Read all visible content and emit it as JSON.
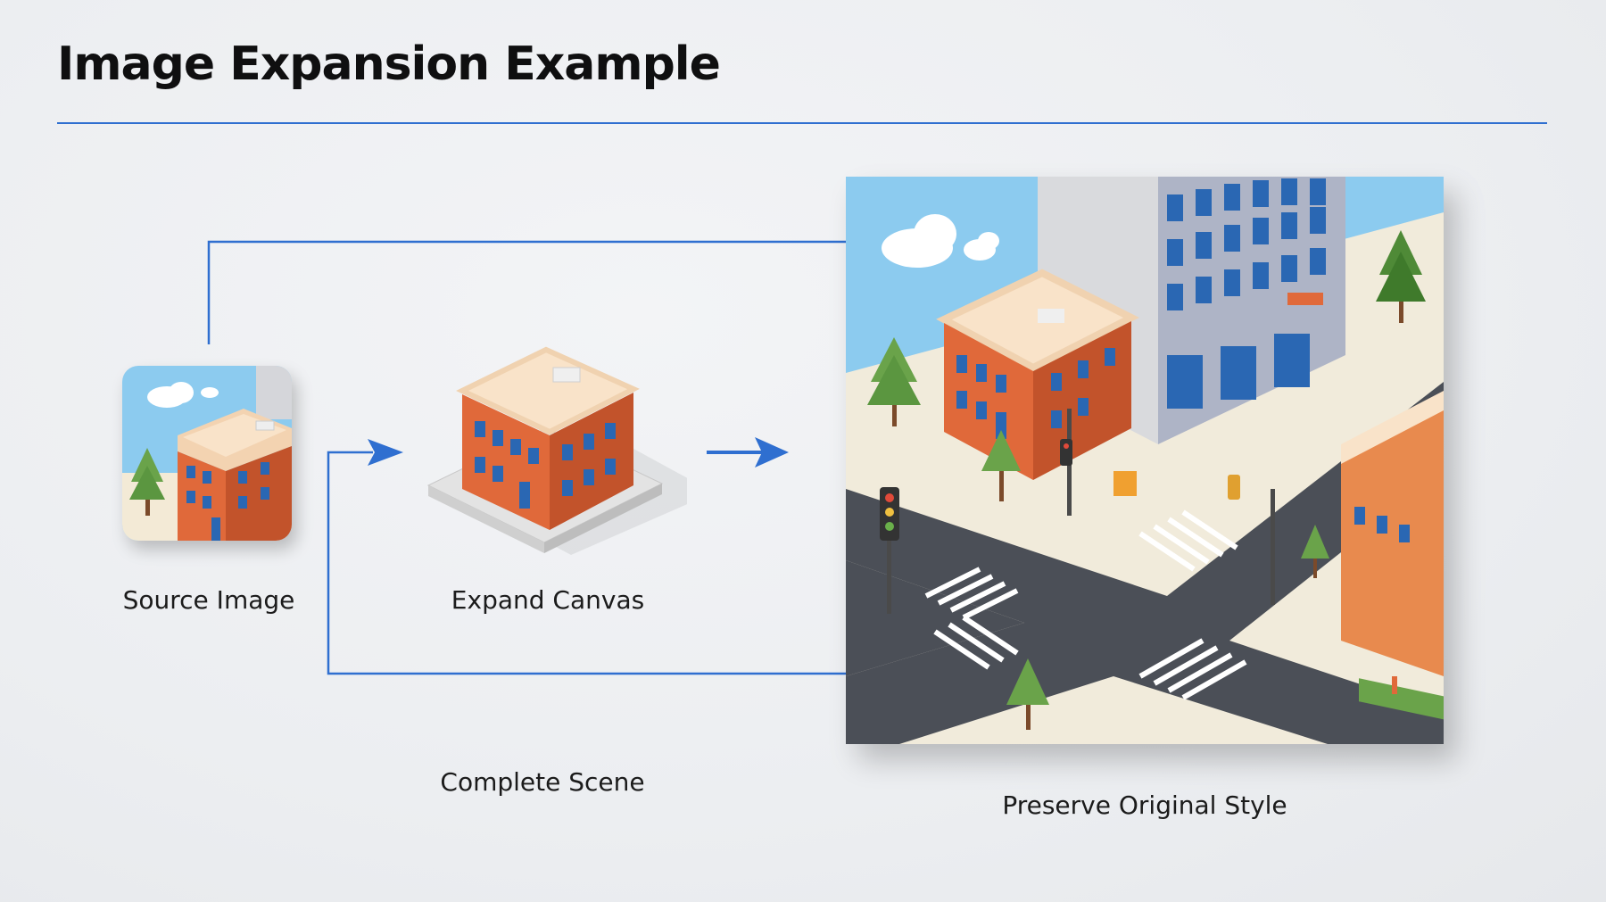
{
  "title": "Image Expansion Example",
  "steps": {
    "source": "Source Image",
    "expand": "Expand Canvas",
    "complete": "Complete Scene",
    "preserve": "Preserve Original Style"
  },
  "colors": {
    "accent": "#2f6fd0",
    "brick": "#e0693a",
    "roof": "#f7dfc6",
    "sky": "#8ccbef",
    "road": "#4b4f57",
    "tree": "#6aa34a"
  },
  "icons": [
    "arrow-right-icon",
    "building-icon",
    "tree-icon",
    "cloud-icon",
    "traffic-light-icon"
  ]
}
